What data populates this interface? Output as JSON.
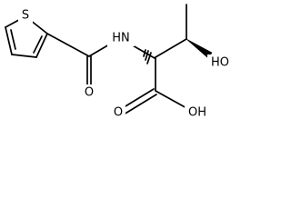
{
  "molecule": {
    "atoms": {
      "sulfur": "S",
      "amide_nitrogen": "HN",
      "carbonyl_oxygen": "O",
      "hydroxyl": "HO",
      "acid_oxygen": "O",
      "acid_hydroxyl": "OH"
    }
  }
}
